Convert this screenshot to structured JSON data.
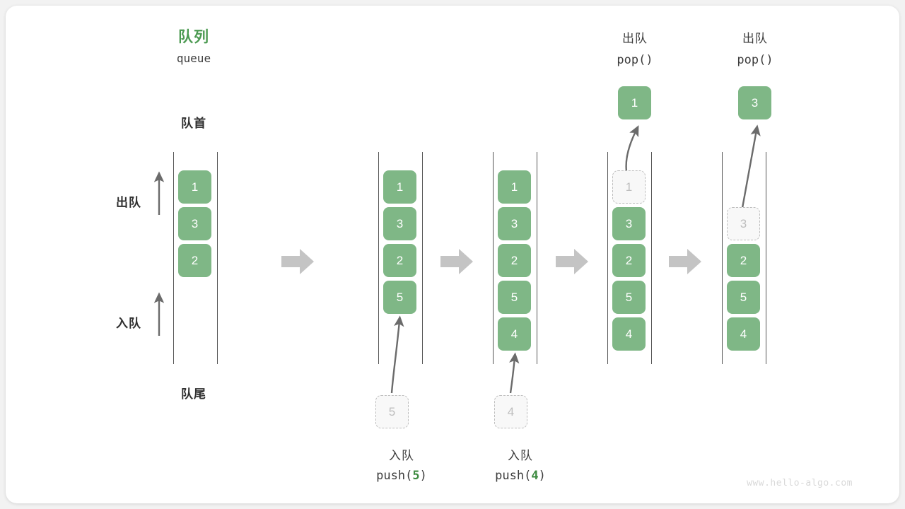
{
  "diagram": {
    "title_cn": "队列",
    "title_en": "queue",
    "front_label": "队首",
    "rear_label": "队尾",
    "dequeue_label": "出队",
    "enqueue_label": "入队",
    "watermark": "www.hello-algo.com",
    "accent_color": "#4c9a52",
    "box_color": "#7fb786",
    "ghost_color": "#bdbdbd",
    "step_arrow_color": "#c4c4c4"
  },
  "panels": [
    {
      "id": "panel-initial",
      "items": [
        {
          "value": "1",
          "state": "filled"
        },
        {
          "value": "3",
          "state": "filled"
        },
        {
          "value": "2",
          "state": "filled"
        }
      ],
      "caption_cn": "",
      "caption_code": "",
      "incoming": null,
      "outgoing": null
    },
    {
      "id": "panel-push-5",
      "items": [
        {
          "value": "1",
          "state": "filled"
        },
        {
          "value": "3",
          "state": "filled"
        },
        {
          "value": "2",
          "state": "filled"
        },
        {
          "value": "5",
          "state": "filled"
        }
      ],
      "caption_cn": "入队",
      "caption_code_prefix": "push(",
      "caption_code_value": "5",
      "caption_code_suffix": ")",
      "incoming": {
        "value": "5",
        "state": "ghost"
      },
      "outgoing": null
    },
    {
      "id": "panel-push-4",
      "items": [
        {
          "value": "1",
          "state": "filled"
        },
        {
          "value": "3",
          "state": "filled"
        },
        {
          "value": "2",
          "state": "filled"
        },
        {
          "value": "5",
          "state": "filled"
        },
        {
          "value": "4",
          "state": "filled"
        }
      ],
      "caption_cn": "入队",
      "caption_code_prefix": "push(",
      "caption_code_value": "4",
      "caption_code_suffix": ")",
      "incoming": {
        "value": "4",
        "state": "ghost"
      },
      "outgoing": null
    },
    {
      "id": "panel-pop-1",
      "items": [
        {
          "value": "1",
          "state": "ghost"
        },
        {
          "value": "3",
          "state": "filled"
        },
        {
          "value": "2",
          "state": "filled"
        },
        {
          "value": "5",
          "state": "filled"
        },
        {
          "value": "4",
          "state": "filled"
        }
      ],
      "caption_cn": "出队",
      "caption_code_prefix": "pop(",
      "caption_code_value": "",
      "caption_code_suffix": ")",
      "outgoing": {
        "value": "1",
        "state": "filled"
      }
    },
    {
      "id": "panel-pop-3",
      "items": [
        {
          "value": "3",
          "state": "ghost"
        },
        {
          "value": "2",
          "state": "filled"
        },
        {
          "value": "5",
          "state": "filled"
        },
        {
          "value": "4",
          "state": "filled"
        }
      ],
      "caption_cn": "出队",
      "caption_code_prefix": "pop(",
      "caption_code_value": "",
      "caption_code_suffix": ")",
      "outgoing": {
        "value": "3",
        "state": "filled"
      }
    }
  ]
}
